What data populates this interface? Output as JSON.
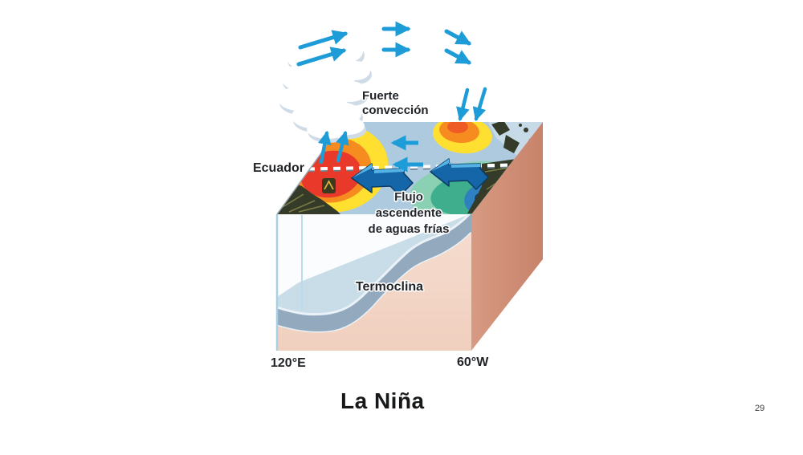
{
  "slide": {
    "title": "La Niña",
    "page_number": "29"
  },
  "diagram": {
    "type": "la-nina-pacific-cross-section",
    "labels": {
      "convection_l1": "Fuerte",
      "convection_l2": "convección",
      "equator": "Ecuador",
      "upwelling_l1": "Flujo",
      "upwelling_l2": "ascendente",
      "upwelling_l3": "de aguas frías",
      "thermocline": "Termoclina",
      "longitude_west": "120°E",
      "longitude_east": "60°W"
    },
    "colors": {
      "arrow_cyan": "#1E9CD8",
      "trade_arrow_front": "#1566A8",
      "trade_arrow_top": "#54B2E4",
      "warm_red": "#E8392B",
      "warm_orange": "#F68B1F",
      "warm_yellow": "#FFE030",
      "ocean_surface": "#AECADF",
      "upwelling_teal_light": "#8AD1B4",
      "upwelling_teal": "#3FAE8C",
      "upwelling_core_blue": "#2F80C0",
      "land_dark": "#343B28",
      "thermocline_gray": "#93A9BE",
      "upper_water_blue": "#C9DDE9",
      "block_front_pink": "#F3D6C8",
      "block_side_pink": "#CE8C74",
      "equator_line_white": "#FFFFFF",
      "cloud_white": "#FFFFFF"
    }
  }
}
